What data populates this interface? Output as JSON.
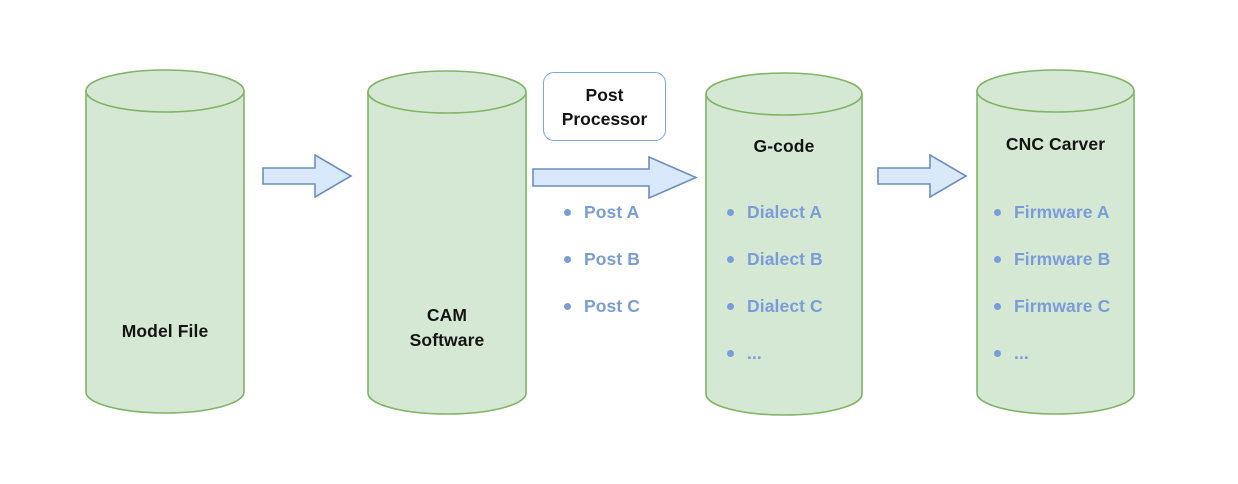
{
  "diagram": {
    "nodes": {
      "model_file": {
        "label": "Model File",
        "shape": "cylinder"
      },
      "cam_software": {
        "label": "CAM Software",
        "shape": "cylinder"
      },
      "post_processor": {
        "label": "Post Processor",
        "shape": "rounded-box",
        "items": [
          "Post A",
          "Post B",
          "Post C"
        ]
      },
      "g_code": {
        "label": "G-code",
        "shape": "cylinder",
        "items": [
          "Dialect A",
          "Dialect B",
          "Dialect C",
          "..."
        ]
      },
      "cnc_carver": {
        "label": "CNC Carver",
        "shape": "cylinder",
        "items": [
          "Firmware A",
          "Firmware B",
          "Firmware C",
          "..."
        ]
      }
    },
    "arrows": [
      "model_file -> cam_software",
      "cam_software -> g_code",
      "g_code -> cnc_carver"
    ]
  },
  "colors": {
    "cylinder_fill": "#d5e8d4",
    "cylinder_stroke": "#82b366",
    "arrow_fill": "#dae8fc",
    "arrow_stroke": "#6c8ebf",
    "box_border": "#7ea6e0",
    "list_text": "#7c9cd9",
    "label_text": "#141414",
    "background": "#ffffff"
  }
}
